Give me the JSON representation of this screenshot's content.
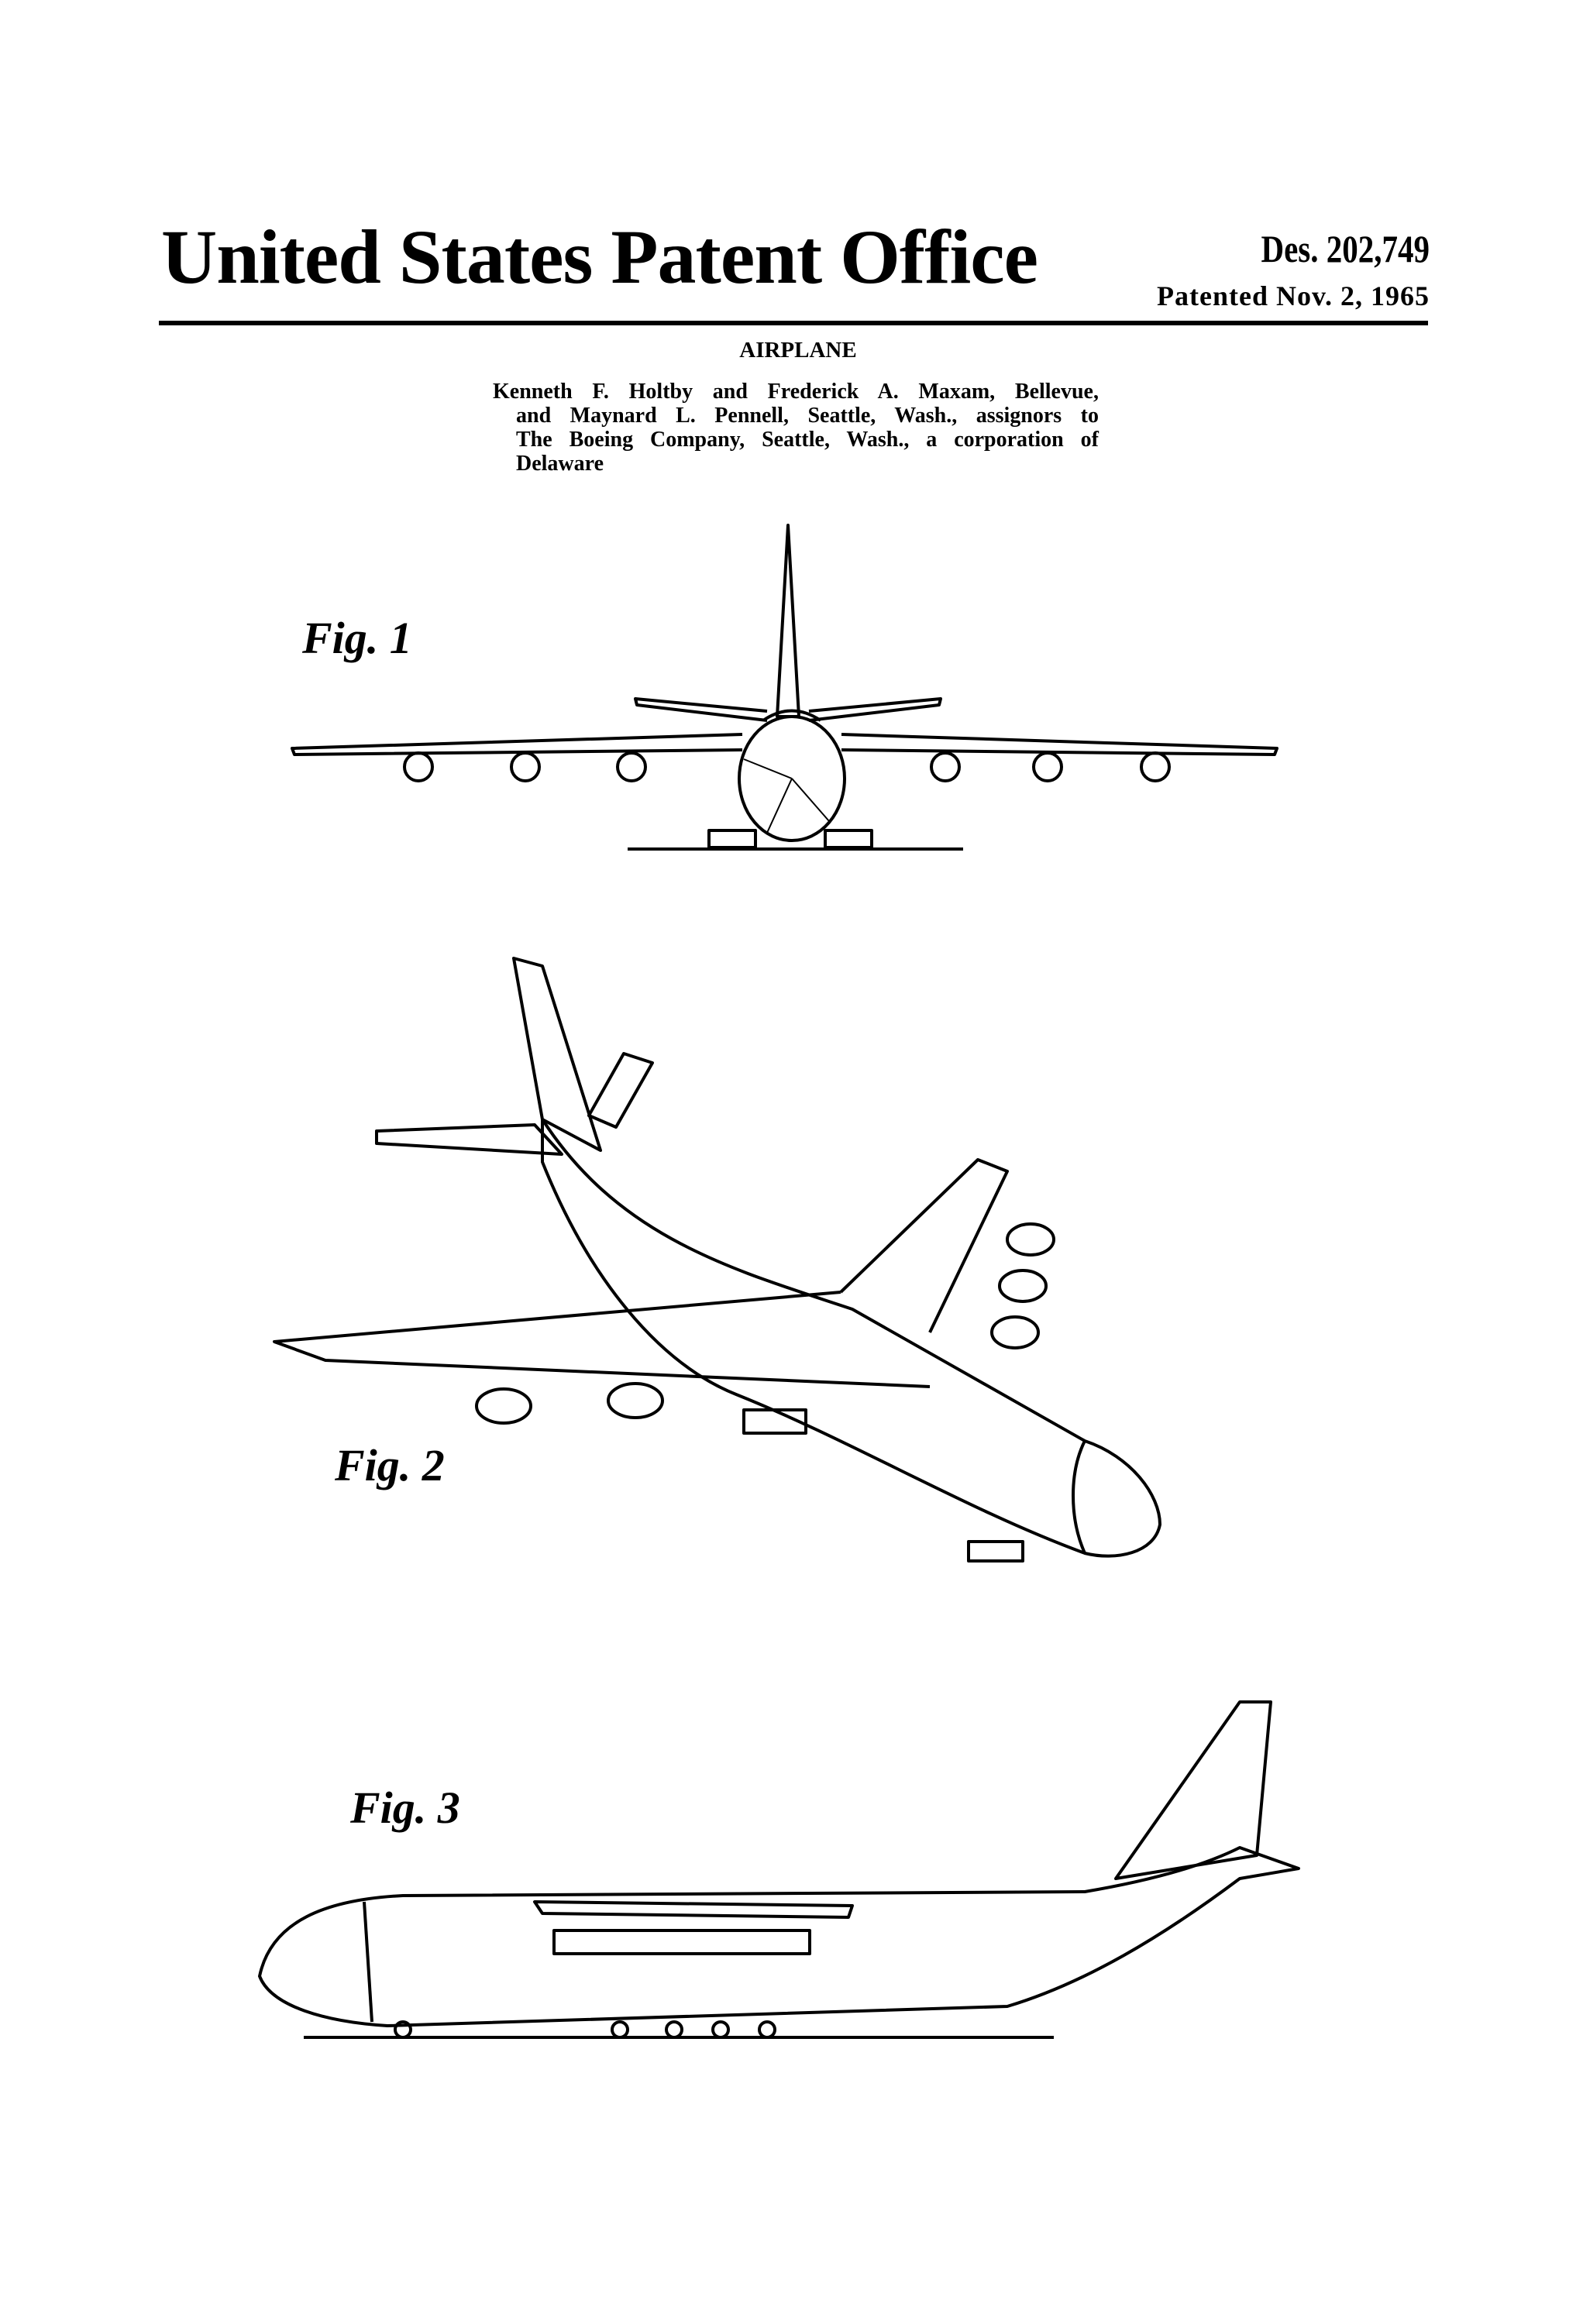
{
  "header": {
    "office": "United States Patent Office",
    "design_number": "Des. 202,749",
    "patented_date": "Patented Nov. 2, 1965"
  },
  "patent": {
    "title": "AIRPLANE",
    "authors_lines": [
      "Kenneth F. Holtby and Frederick A. Maxam, Bellevue,",
      "and Maynard L. Pennell, Seattle, Wash., assignors to",
      "The Boeing Company, Seattle, Wash., a corporation of",
      "Delaware"
    ]
  },
  "figures": [
    {
      "label": "Fig. 1",
      "view": "front"
    },
    {
      "label": "Fig. 2",
      "view": "perspective"
    },
    {
      "label": "Fig. 3",
      "view": "side"
    }
  ]
}
